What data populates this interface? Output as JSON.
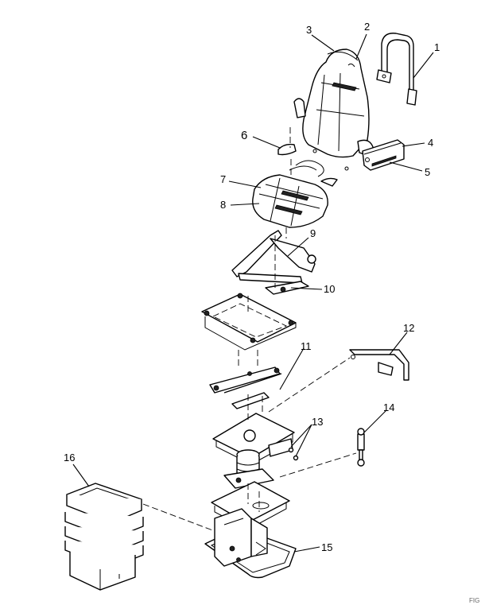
{
  "diagram": {
    "callouts": [
      "1",
      "2",
      "3",
      "4",
      "5",
      "6",
      "7",
      "8",
      "9",
      "10",
      "11",
      "12",
      "13",
      "14",
      "15",
      "16"
    ],
    "figure_code": "FIG"
  }
}
